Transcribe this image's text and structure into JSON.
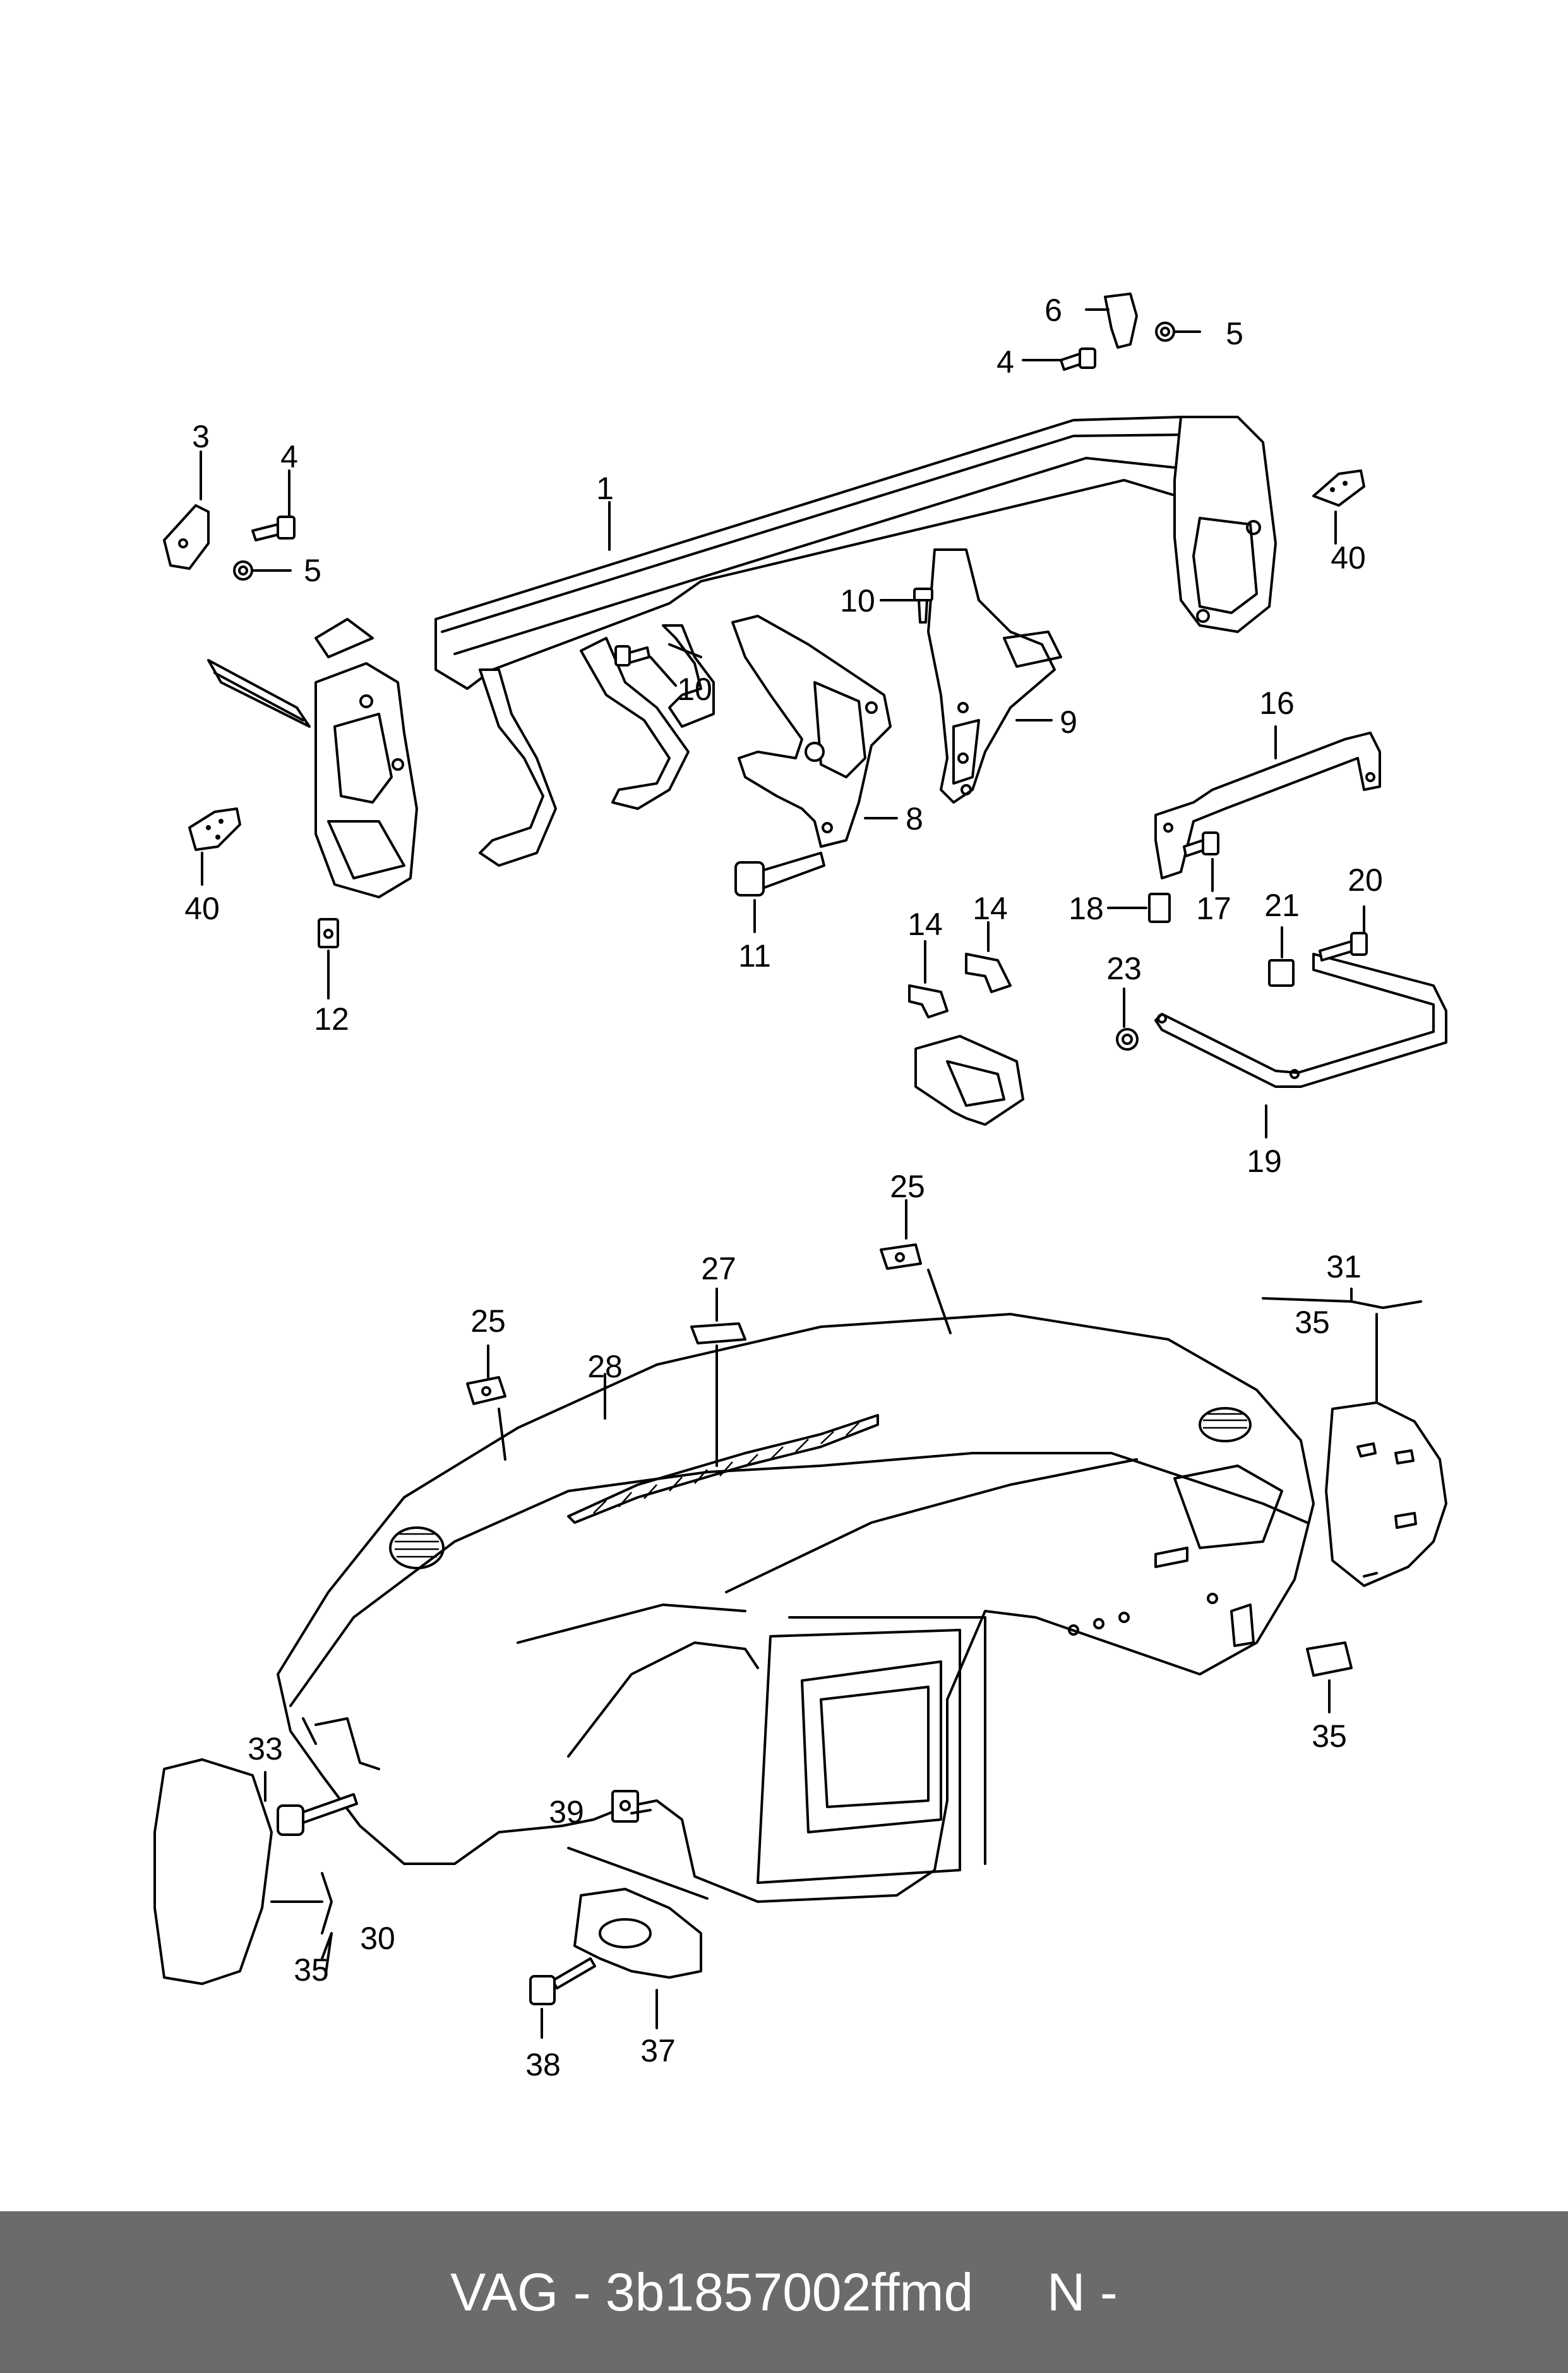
{
  "callouts": {
    "c1": "1",
    "c3": "3",
    "c4a": "4",
    "c5a": "5",
    "c4b": "4",
    "c5b": "5",
    "c6": "6",
    "c8": "8",
    "c9": "9",
    "c10a": "10",
    "c10b": "10",
    "c11": "11",
    "c12": "12",
    "c14a": "14",
    "c14b": "14",
    "c16": "16",
    "c17": "17",
    "c18": "18",
    "c19": "19",
    "c20": "20",
    "c21": "21",
    "c23": "23",
    "c25a": "25",
    "c25b": "25",
    "c27": "27",
    "c28": "28",
    "c30": "30",
    "c31": "31",
    "c33": "33",
    "c35a": "35",
    "c35b": "35",
    "c35c": "35",
    "c37": "37",
    "c38": "38",
    "c39": "39",
    "c40a": "40",
    "c40b": "40"
  },
  "footer": {
    "text": "VAG - 3b1857002ffmd     N -"
  },
  "colors": {
    "footer_bg": "#6b6b6b",
    "footer_text": "#ffffff",
    "line": "#000000",
    "background": "#ffffff"
  }
}
